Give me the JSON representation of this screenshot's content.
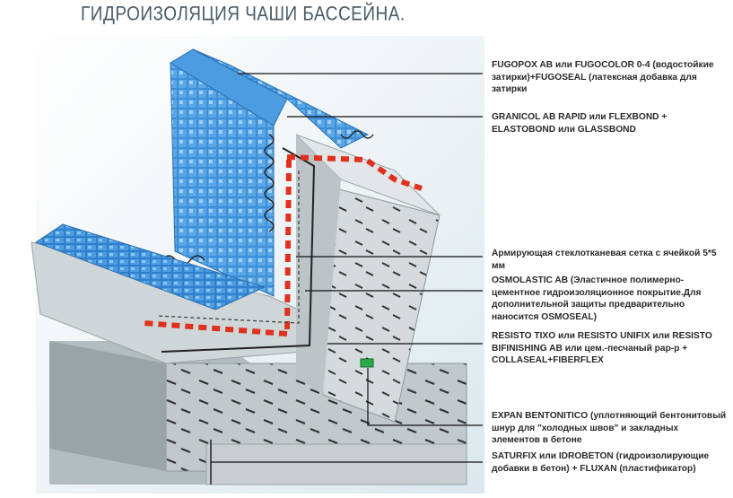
{
  "title": "ГИДРОИЗОЛЯЦИЯ ЧАШИ БАССЕЙНА.",
  "colors": {
    "tile_blue": "#3d8fd8",
    "tile_light": "#9fd0f5",
    "concrete": "#b9c2c6",
    "concrete_dark": "#8d979c",
    "membrane_red": "#e0301e",
    "marker_green": "#2aa84a"
  },
  "labels": [
    {
      "text": " FUGOPOX AB или FUGOCOLOR 0-4 (водостойкие затирки)+FUGOSEAL (латексная добавка для затирки"
    },
    {
      "text": "GRANICOL AB RAPID или FLEXBOND + ELASTOBOND или GLASSBOND"
    },
    {
      "text": "Армирующая стеклотканевая сетка с ячейкой 5*5 мм"
    },
    {
      "text": "OSMOLASTIC AB (Эластичное полимерно-цементное гидроизоляционное покрытие.Для дополнительной защиты предварительно наносится OSMOSEAL)"
    },
    {
      "text": "RESISTO TIXO или RESISTO UNIFIX или RESISTO BIFINISHING AB или цем.-песчаный рар-р + COLLASEAL+FIBERFLEX"
    },
    {
      "text": "EXPAN BENTONITICO (уплотняющий бентонитовый шнур для \"холодных швов\" и закладных элементов в бетоне"
    },
    {
      "text": "SATURFIX или IDROBETON (гидроизолирующие добавки в бетон) + FLUXAN (пластификатор)"
    }
  ]
}
